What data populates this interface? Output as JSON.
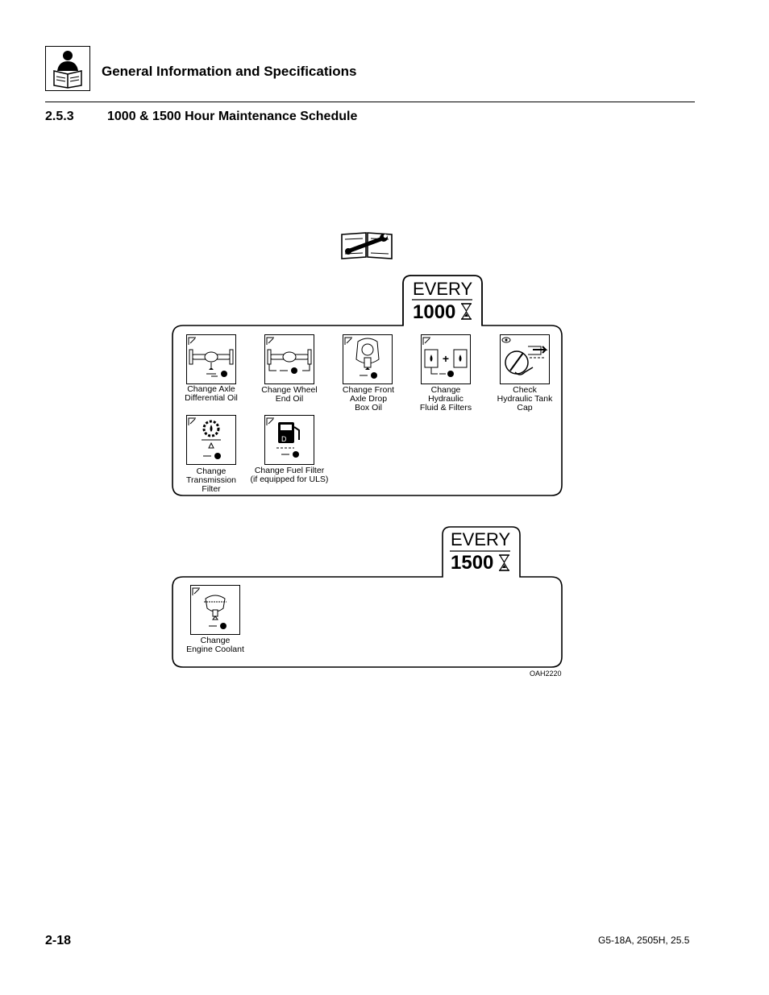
{
  "header": {
    "title": "General Information and Specifications",
    "icon": "reader-book-icon"
  },
  "section": {
    "number": "2.5.3",
    "title": "1000 & 1500 Hour Maintenance Schedule"
  },
  "schedule_1000": {
    "every_label": "EVERY",
    "hours": "1000",
    "tasks": [
      {
        "caption": [
          "Change Axle",
          "Differential Oil"
        ],
        "icon": "axle-differential-icon"
      },
      {
        "caption": [
          "Change Wheel",
          "End Oil"
        ],
        "icon": "wheel-end-icon"
      },
      {
        "caption": [
          "Change Front",
          "Axle Drop",
          "Box Oil"
        ],
        "icon": "drop-box-icon"
      },
      {
        "caption": [
          "Change",
          "Hydraulic",
          "Fluid & Filters"
        ],
        "icon": "hydraulic-fluid-icon"
      },
      {
        "caption": [
          "Check",
          "Hydraulic Tank",
          "Cap"
        ],
        "icon": "tank-cap-icon"
      },
      {
        "caption": [
          "Change",
          "Transmission",
          "Filter"
        ],
        "icon": "transmission-filter-icon"
      },
      {
        "caption": [
          "Change Fuel Filter",
          "(if equipped for ULS)"
        ],
        "icon": "fuel-filter-icon"
      }
    ]
  },
  "schedule_1500": {
    "every_label": "EVERY",
    "hours": "1500",
    "tasks": [
      {
        "caption": [
          "Change",
          "Engine Coolant"
        ],
        "icon": "coolant-icon"
      }
    ]
  },
  "figure_code": "OAH2220",
  "footer": {
    "page_number": "2-18",
    "doc_ref": "G5-18A, 2505H, 25.5"
  }
}
